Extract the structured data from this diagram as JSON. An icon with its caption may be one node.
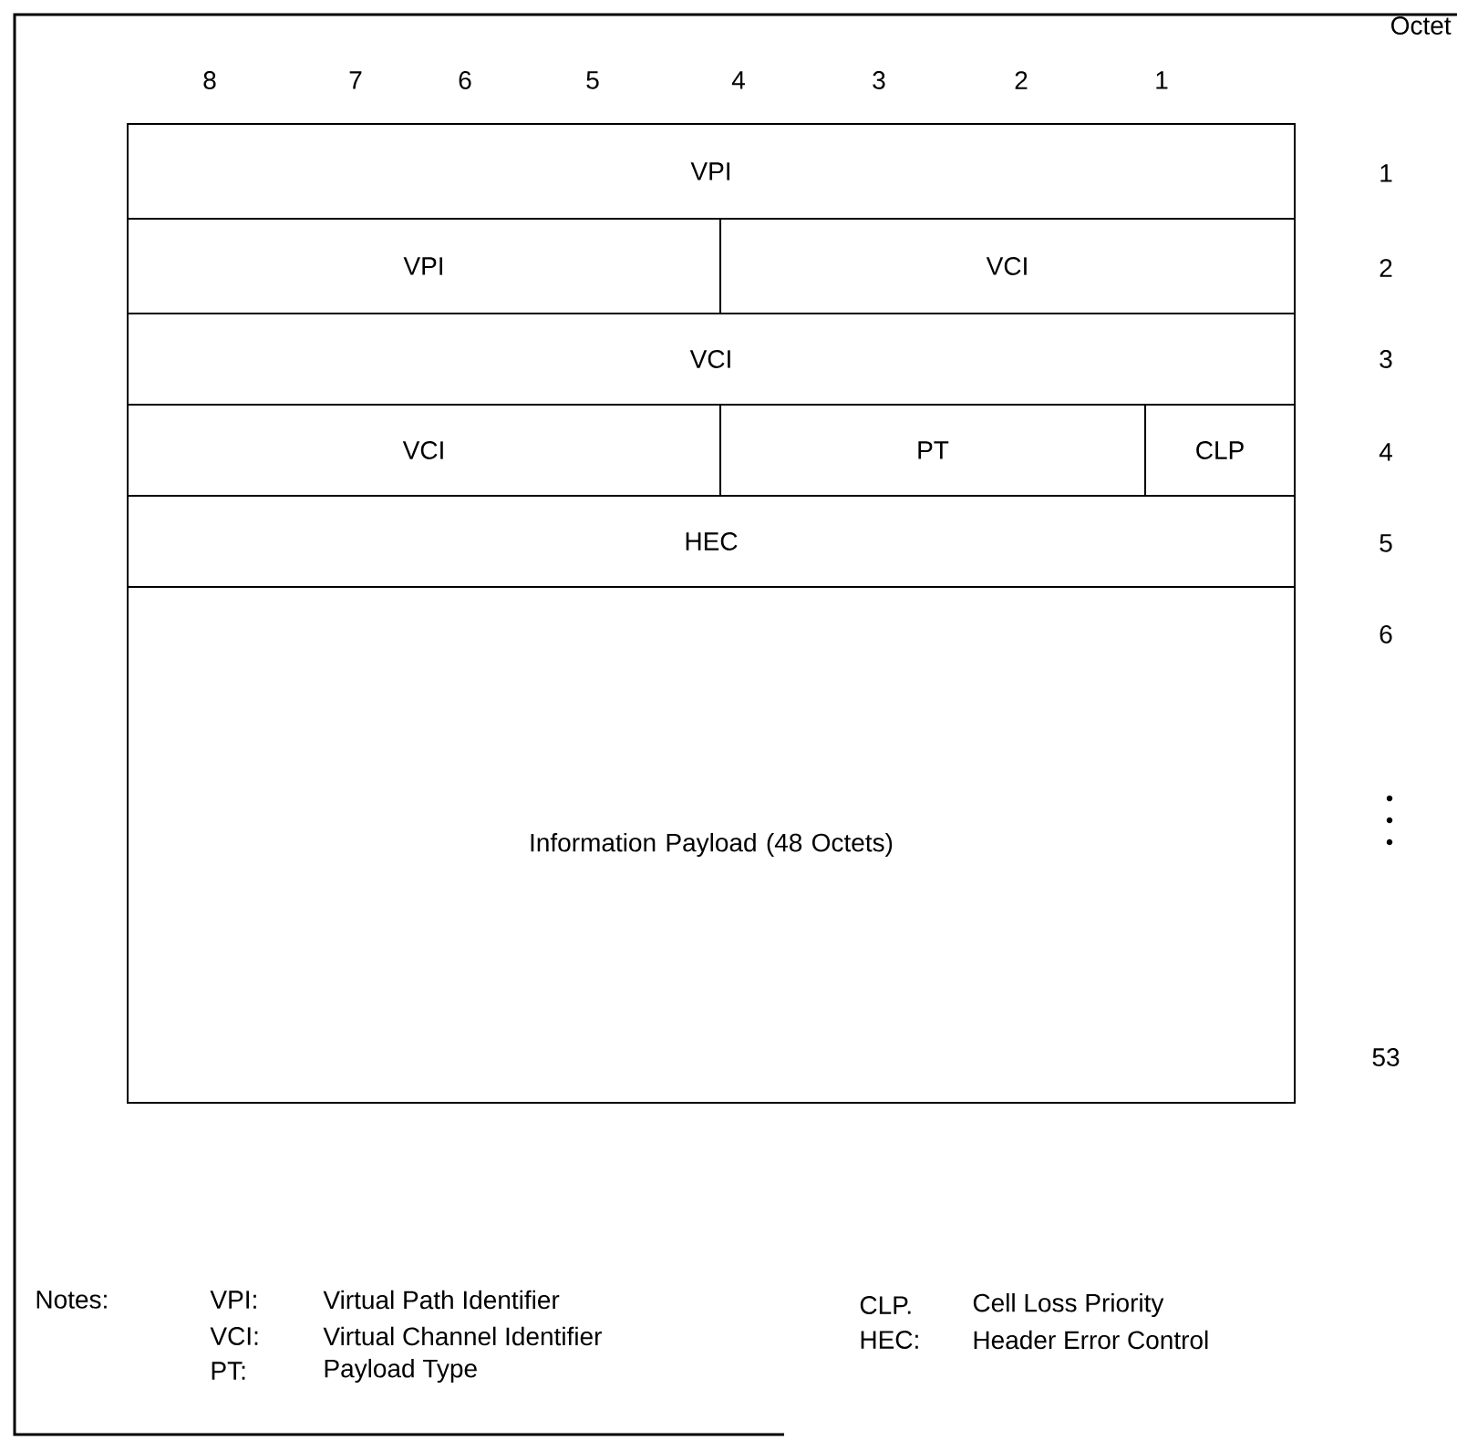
{
  "diagram": {
    "nodes": [
      {
        "text": [
          "VPI"
        ]
      },
      {
        "text": [
          "VPI"
        ]
      },
      {
        "text": [
          "VCI"
        ]
      },
      {
        "text": [
          "VCI"
        ]
      },
      {
        "text": [
          "VCI"
        ]
      },
      {
        "text": [
          "PT"
        ]
      },
      {
        "text": [
          "CLP"
        ]
      },
      {
        "text": [
          "HEC"
        ]
      },
      {
        "text": [
          "Information Payload (48 Octets)"
        ]
      }
    ],
    "labels": [
      "Octet",
      "8",
      "7",
      "6",
      "5",
      "4",
      "3",
      "2",
      "1",
      "1",
      "2",
      "3",
      "4",
      "5",
      "6",
      "53",
      "Notes:",
      "VPI:",
      "Virtual Path Identifier",
      "CLP.",
      "Cell Loss Priority",
      "VCI:",
      "Virtual Channel Identifier",
      "HEC:",
      "Header Error Control",
      "PT:",
      "Payload Type"
    ]
  }
}
